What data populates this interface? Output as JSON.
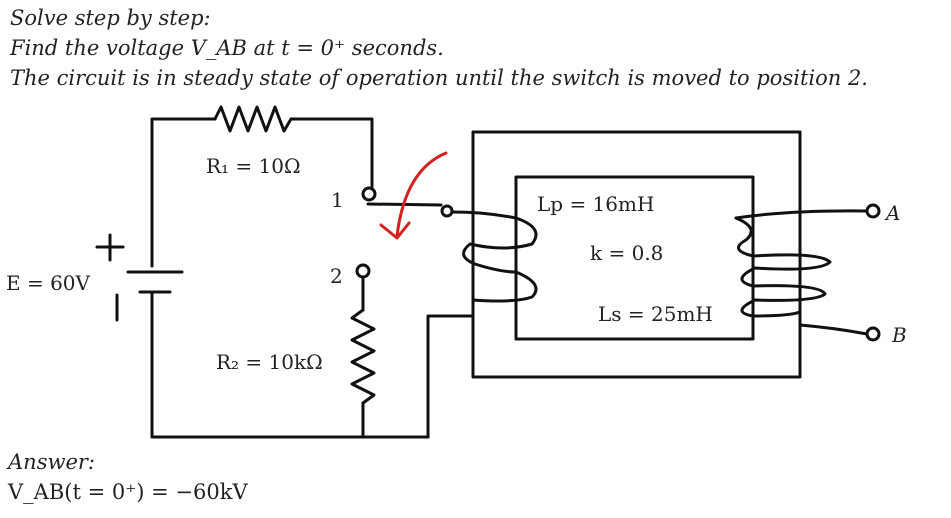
{
  "problem": {
    "line1": "Solve step by step:",
    "line2": "Find the voltage V_AB at t = 0⁺ seconds.",
    "line3": "The circuit is in steady state of operation until the switch is moved to position 2."
  },
  "circuit": {
    "source_label": "E = 60V",
    "r1_label": "R₁ = 10Ω",
    "r2_label": "R₂ = 10kΩ",
    "switch_pos1": "1",
    "switch_pos2": "2",
    "lp_label": "Lp = 16mH",
    "k_label": "k = 0.8",
    "ls_label": "Ls = 25mH",
    "terminal_a": "A",
    "terminal_b": "B",
    "wire_color": "#111111",
    "arrow_color": "#d42020"
  },
  "answer": {
    "heading": "Answer:",
    "value": "V_AB(t = 0⁺) = −60kV"
  }
}
